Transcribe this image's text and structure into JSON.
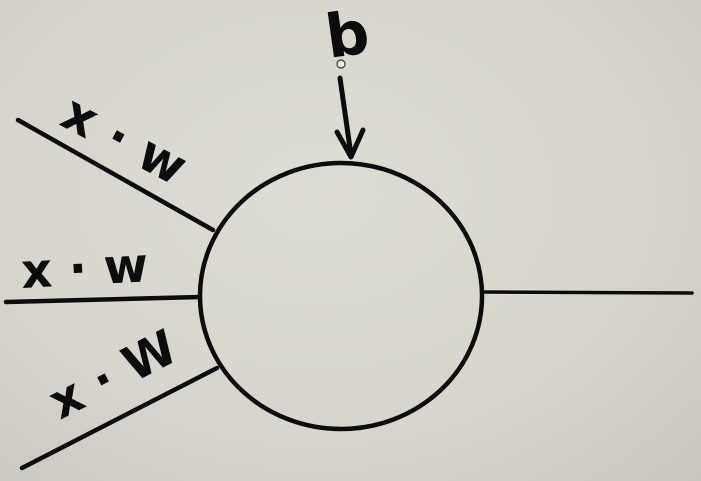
{
  "diagram": {
    "inputs": [
      {
        "label": "x · w"
      },
      {
        "label": "x · w"
      },
      {
        "label": "x · W"
      }
    ],
    "bias_label": "b"
  },
  "colors": {
    "background": "#d7d5cb",
    "ink": "#0c0c0c"
  }
}
